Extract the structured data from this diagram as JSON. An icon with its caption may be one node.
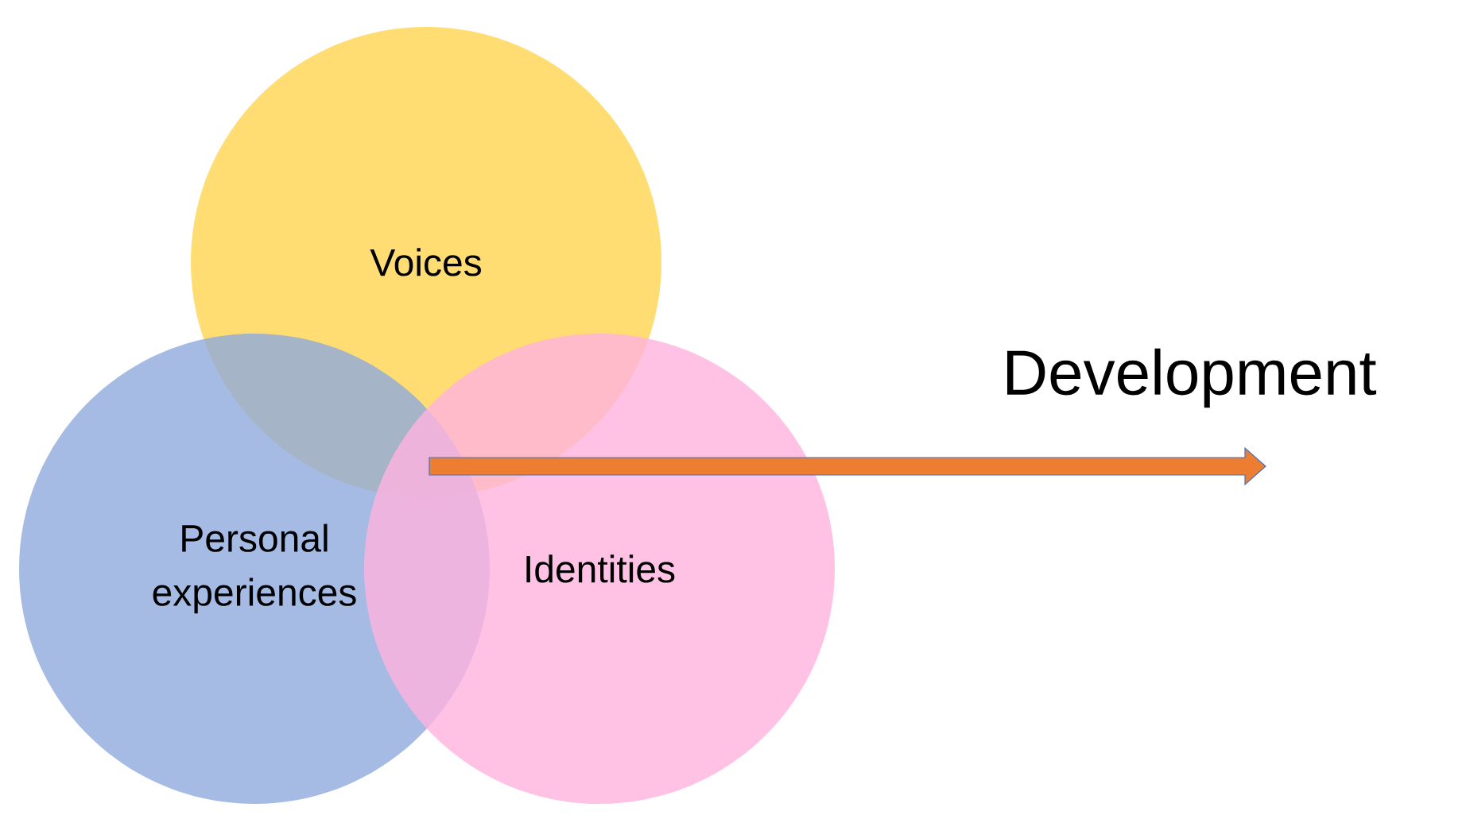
{
  "diagram": {
    "nodes": [
      {
        "text": [
          "Voices"
        ]
      },
      {
        "text": [
          "Personal experiences"
        ]
      },
      {
        "text": [
          "Identities"
        ]
      }
    ],
    "labels": [
      "Development"
    ]
  }
}
